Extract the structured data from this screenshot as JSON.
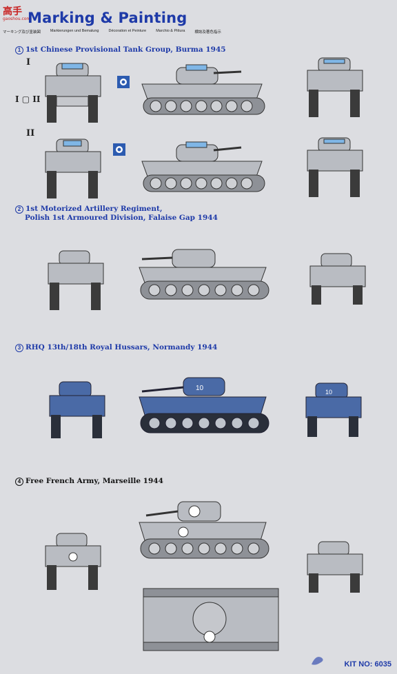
{
  "header": {
    "logo_text": "高手",
    "logo_sub": "gaoshou.com",
    "title": "Marking & Painting",
    "languages": [
      "マーキング及び塗装図",
      "Markierungen und Bemalung",
      "Décoration et Peinture",
      "Marchio & Pittura",
      "標誌及著色指示"
    ]
  },
  "sections": [
    {
      "number": "1",
      "title": "1st Chinese Provisional Tank Group, Burma 1945",
      "variants": [
        "I",
        "II"
      ]
    },
    {
      "number": "2",
      "title_line1": "1st Motorized Artillery Regiment,",
      "title_line2": "Polish 1st Armoured Division, Falaise Gap 1944"
    },
    {
      "number": "3",
      "title": "RHQ 13th/18th Royal Hussars, Normandy 1944"
    },
    {
      "number": "4",
      "title": "Free French Army, Marseille 1944"
    }
  ],
  "variant_marker": "I ▢ II",
  "footer": {
    "kit_label": "KIT NO: 6035"
  },
  "colors": {
    "olive": "#b9bcc2",
    "blue": "#4a6aa6",
    "accent": "#1e3aa8",
    "light_blue": "#7fb6e6"
  }
}
